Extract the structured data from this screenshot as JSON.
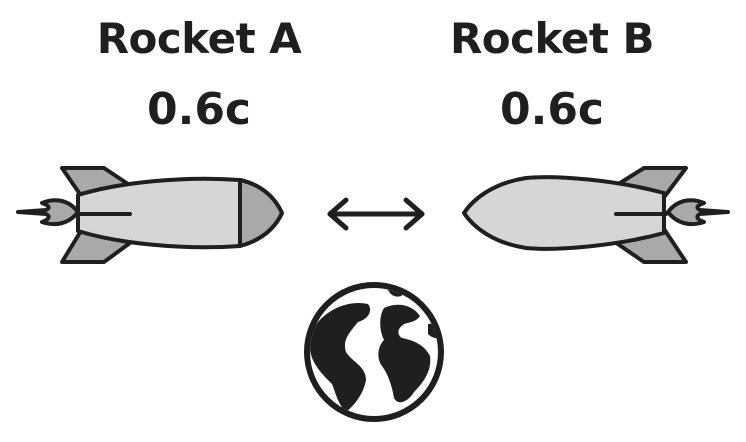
{
  "rocket_a": {
    "name": "Rocket A",
    "speed": "0.6c"
  },
  "rocket_b": {
    "name": "Rocket B",
    "speed": "0.6c"
  },
  "icons": {
    "rocket_a": "rocket-icon",
    "rocket_b": "rocket-icon",
    "arrow": "double-arrow-icon",
    "earth": "globe-icon"
  },
  "colors": {
    "stroke": "#1f1f1f",
    "rocket_body": "#d6d6d6",
    "rocket_fins": "#a9a9a9",
    "ocean": "#ffffff",
    "land": "#1f1f1f"
  }
}
